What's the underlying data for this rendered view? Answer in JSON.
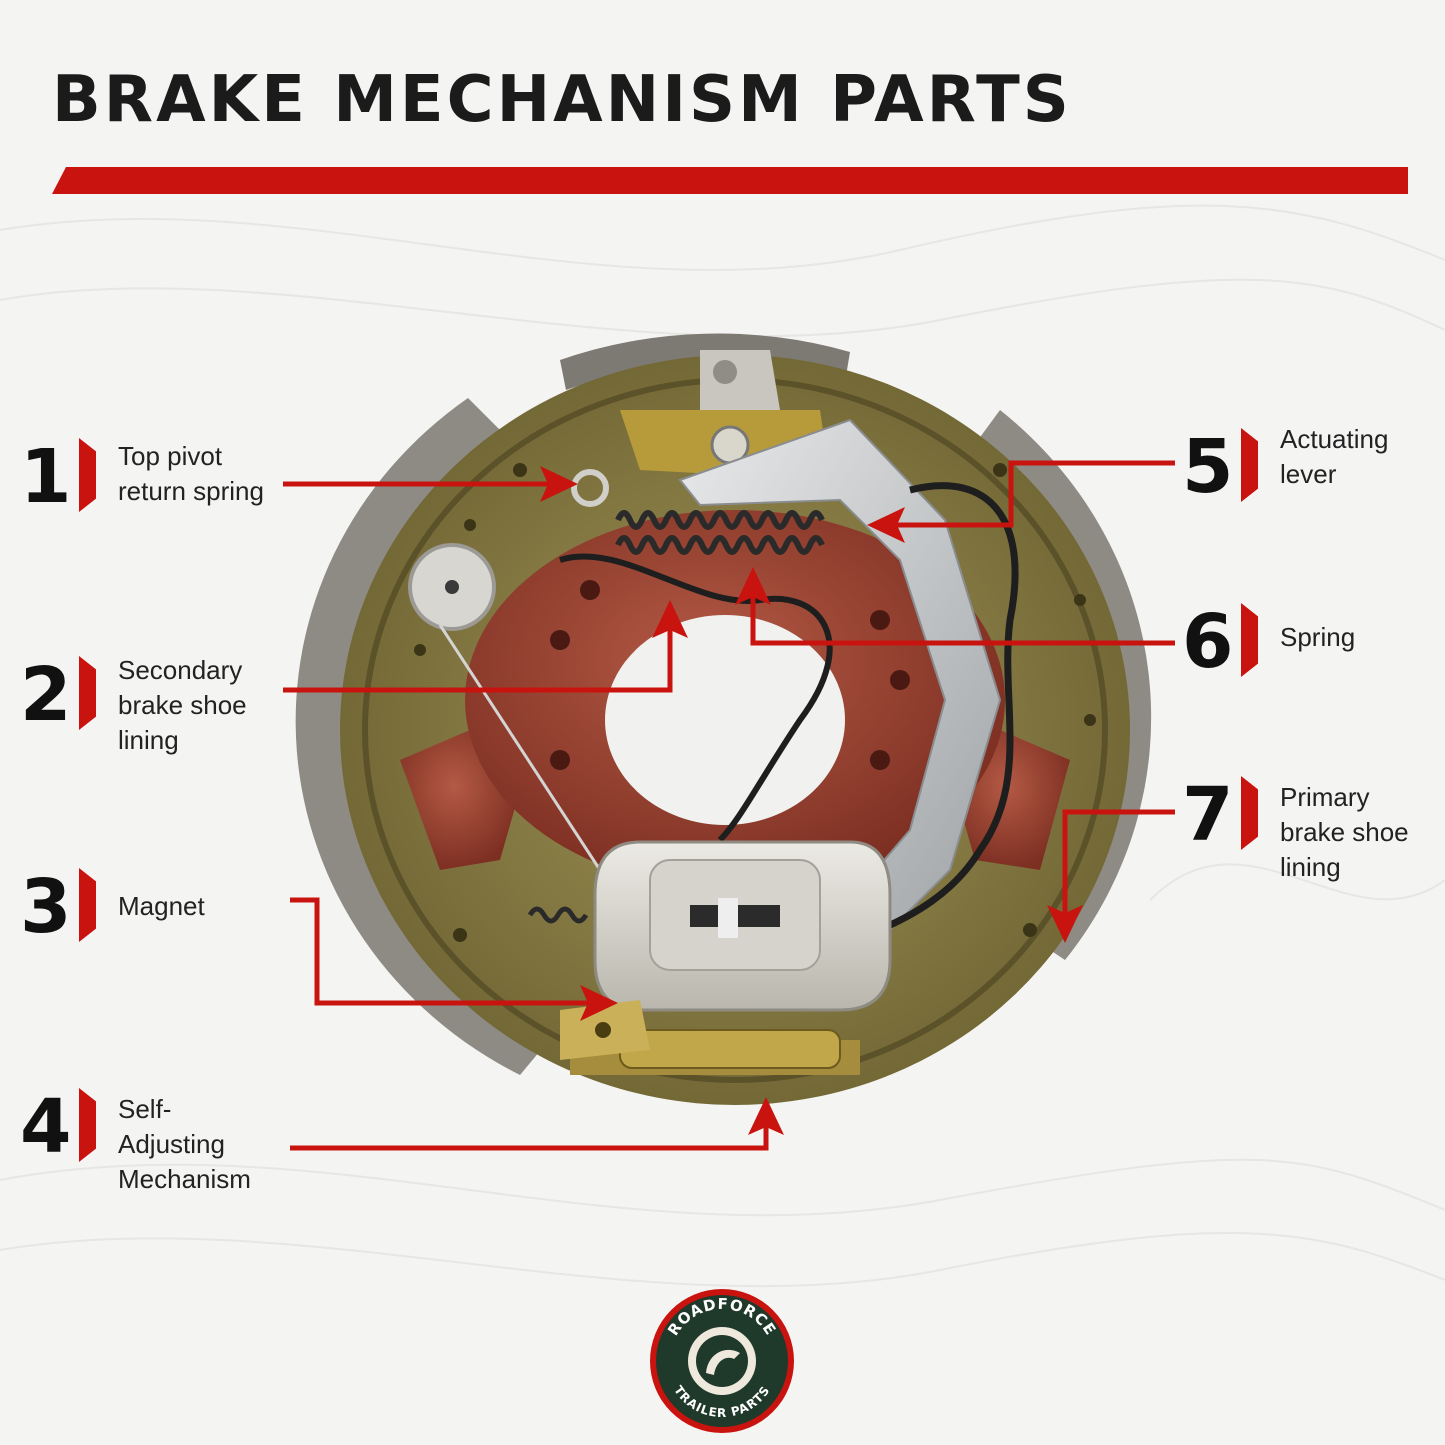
{
  "title": "BRAKE MECHANISM PARTS",
  "callouts": [
    {
      "number": "1",
      "label": "Top pivot return spring"
    },
    {
      "number": "2",
      "label": "Secondary brake shoe lining"
    },
    {
      "number": "3",
      "label": "Magnet"
    },
    {
      "number": "4",
      "label": "Self-Adjusting Mechanism"
    },
    {
      "number": "5",
      "label": "Actuating lever"
    },
    {
      "number": "6",
      "label": "Spring"
    },
    {
      "number": "7",
      "label": "Primary brake shoe lining"
    }
  ],
  "logo": {
    "top_text": "ROADFORCE",
    "bottom_text": "TRAILER PARTS"
  },
  "colors": {
    "accent": "#c9130f",
    "text": "#1b1b1b",
    "drum": "#8a8566",
    "backing": "#8c7f45",
    "hub": "#a34532"
  }
}
